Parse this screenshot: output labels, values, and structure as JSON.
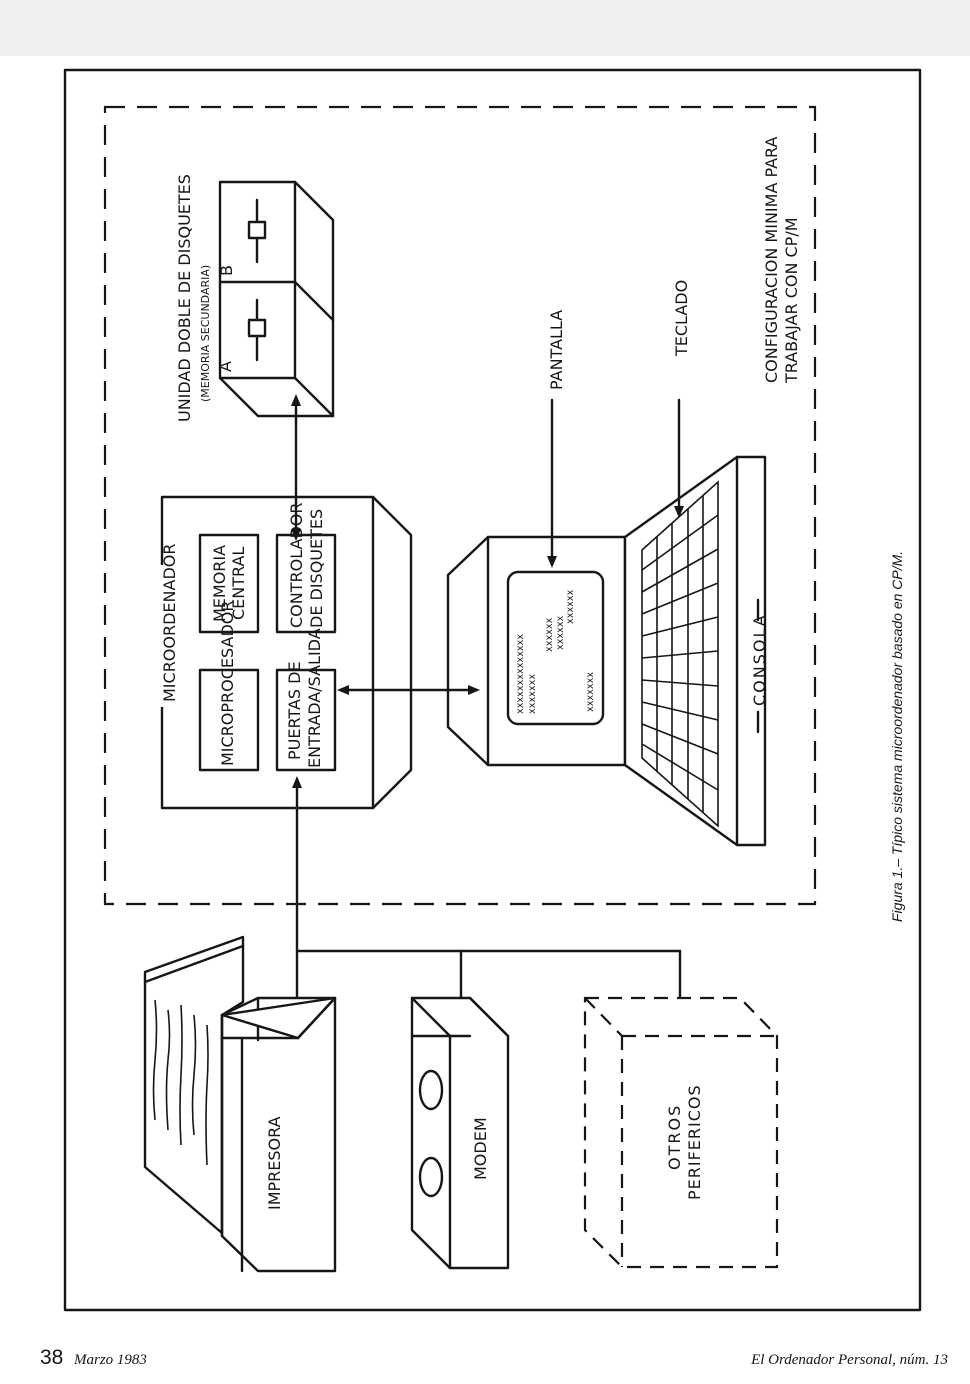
{
  "figure": {
    "caption": "Figura 1.– Típico sistema microordenador basado en CP/M.",
    "config_label": {
      "line1": "CONFIGURACION MINIMA PARA",
      "line2": "TRABAJAR CON CP/M"
    },
    "disk_unit": {
      "title": "UNIDAD DOBLE DE DISQUETES",
      "subtitle": "(MEMORIA SECUNDARIA)",
      "drive_a": "A",
      "drive_b": "B"
    },
    "microcomputer": {
      "title": "MICROORDENADOR",
      "memory_line1": "MEMORIA",
      "memory_line2": "CENTRAL",
      "controller_line1": "CONTROLADOR",
      "controller_line2": "DE DISQUETES",
      "processor": "MICROPROCESADOR",
      "io_line1": "PUERTAS DE",
      "io_line2": "ENTRADA/SALIDA"
    },
    "console": {
      "screen_label": "PANTALLA",
      "keyboard_label": "TECLADO",
      "console_label": "CONSOLA",
      "screen_text": {
        "col1_a": "xxxxxxxxxxxxxx",
        "col1_b": "xxxxxxx",
        "col2_a": "xxxxxx",
        "col2_b": "xxxxxx",
        "col3": "xxxxxx",
        "col4": "xxxxxxx"
      }
    },
    "peripherals": {
      "printer": "IMPRESORA",
      "modem": "MODEM",
      "others_line1": "OTROS",
      "others_line2": "PERIFERICOS"
    }
  },
  "footer": {
    "page_number": "38",
    "date": "Marzo 1983",
    "magazine": "El Ordenador Personal, núm. 13"
  }
}
